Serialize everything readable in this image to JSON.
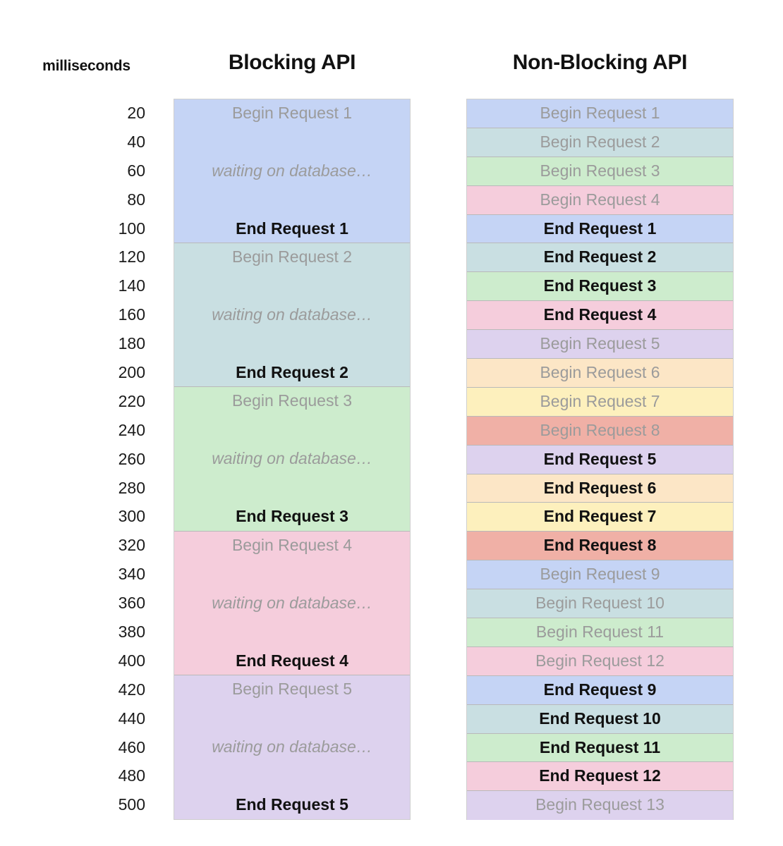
{
  "header": {
    "axis_title": "milliseconds",
    "blocking_title": "Blocking API",
    "nonblocking_title": "Non-Blocking API"
  },
  "chart_data": {
    "type": "table",
    "title": "Blocking API vs Non-Blocking API request timeline",
    "xlabel": "",
    "ylabel": "milliseconds",
    "ylim": [
      0,
      500
    ],
    "grid": false,
    "legend": "none",
    "axis_ticks": [
      20,
      40,
      60,
      80,
      100,
      120,
      140,
      160,
      180,
      200,
      220,
      240,
      260,
      280,
      300,
      320,
      340,
      360,
      380,
      400,
      420,
      440,
      460,
      480,
      500
    ],
    "colors": {
      "blue": "#c5d4f5",
      "teal": "#c9dfe2",
      "green": "#cdeccd",
      "pink": "#f5cddc",
      "purple": "#ddd2ee",
      "orange": "#fce6c6",
      "yellow": "#fdf0bd",
      "red": "#f0b0a6",
      "border": "#b9b9b9",
      "outer_border": "#cfcfcf",
      "faint_text": "#9b9b9b",
      "bold_text": "#111111"
    },
    "series": [
      {
        "name": "Blocking API",
        "blocks": [
          {
            "begin": "Begin Request 1",
            "waiting": "waiting on database…",
            "end": "End Request 1",
            "color": "#c5d4f5",
            "start_ms": 20,
            "end_ms": 100,
            "rows": 5
          },
          {
            "begin": "Begin Request 2",
            "waiting": "waiting on database…",
            "end": "End Request 2",
            "color": "#c9dfe2",
            "start_ms": 120,
            "end_ms": 200,
            "rows": 5
          },
          {
            "begin": "Begin Request 3",
            "waiting": "waiting on database…",
            "end": "End Request 3",
            "color": "#cdeccd",
            "start_ms": 220,
            "end_ms": 300,
            "rows": 5
          },
          {
            "begin": "Begin Request 4",
            "waiting": "waiting on database…",
            "end": "End Request 4",
            "color": "#f5cddc",
            "start_ms": 320,
            "end_ms": 400,
            "rows": 5
          },
          {
            "begin": "Begin Request 5",
            "waiting": "waiting on database…",
            "end": "End Request 5",
            "color": "#ddd2ee",
            "start_ms": 420,
            "end_ms": 500,
            "rows": 5
          }
        ]
      },
      {
        "name": "Non-Blocking API",
        "rows": [
          {
            "ms": 20,
            "label": "Begin Request 1",
            "color": "#c5d4f5",
            "kind": "begin"
          },
          {
            "ms": 40,
            "label": "Begin Request 2",
            "color": "#c9dfe2",
            "kind": "begin"
          },
          {
            "ms": 60,
            "label": "Begin Request 3",
            "color": "#cdeccd",
            "kind": "begin"
          },
          {
            "ms": 80,
            "label": "Begin Request 4",
            "color": "#f5cddc",
            "kind": "begin"
          },
          {
            "ms": 100,
            "label": "End Request 1",
            "color": "#c5d4f5",
            "kind": "end"
          },
          {
            "ms": 120,
            "label": "End Request 2",
            "color": "#c9dfe2",
            "kind": "end"
          },
          {
            "ms": 140,
            "label": "End Request 3",
            "color": "#cdeccd",
            "kind": "end"
          },
          {
            "ms": 160,
            "label": "End Request 4",
            "color": "#f5cddc",
            "kind": "end"
          },
          {
            "ms": 180,
            "label": "Begin Request 5",
            "color": "#ddd2ee",
            "kind": "begin"
          },
          {
            "ms": 200,
            "label": "Begin Request 6",
            "color": "#fce6c6",
            "kind": "begin"
          },
          {
            "ms": 220,
            "label": "Begin Request 7",
            "color": "#fdf0bd",
            "kind": "begin"
          },
          {
            "ms": 240,
            "label": "Begin Request 8",
            "color": "#f0b0a6",
            "kind": "begin"
          },
          {
            "ms": 260,
            "label": "End Request 5",
            "color": "#ddd2ee",
            "kind": "end"
          },
          {
            "ms": 280,
            "label": "End Request 6",
            "color": "#fce6c6",
            "kind": "end"
          },
          {
            "ms": 300,
            "label": "End Request 7",
            "color": "#fdf0bd",
            "kind": "end"
          },
          {
            "ms": 320,
            "label": "End Request 8",
            "color": "#f0b0a6",
            "kind": "end"
          },
          {
            "ms": 340,
            "label": "Begin Request 9",
            "color": "#c5d4f5",
            "kind": "begin"
          },
          {
            "ms": 360,
            "label": "Begin Request 10",
            "color": "#c9dfe2",
            "kind": "begin"
          },
          {
            "ms": 380,
            "label": "Begin Request 11",
            "color": "#cdeccd",
            "kind": "begin"
          },
          {
            "ms": 400,
            "label": "Begin Request 12",
            "color": "#f5cddc",
            "kind": "begin"
          },
          {
            "ms": 420,
            "label": "End Request 9",
            "color": "#c5d4f5",
            "kind": "end"
          },
          {
            "ms": 440,
            "label": "End Request 10",
            "color": "#c9dfe2",
            "kind": "end"
          },
          {
            "ms": 460,
            "label": "End Request 11",
            "color": "#cdeccd",
            "kind": "end"
          },
          {
            "ms": 480,
            "label": "End Request 12",
            "color": "#f5cddc",
            "kind": "end"
          },
          {
            "ms": 500,
            "label": "Begin Request 13",
            "color": "#ddd2ee",
            "kind": "begin"
          }
        ]
      }
    ]
  }
}
